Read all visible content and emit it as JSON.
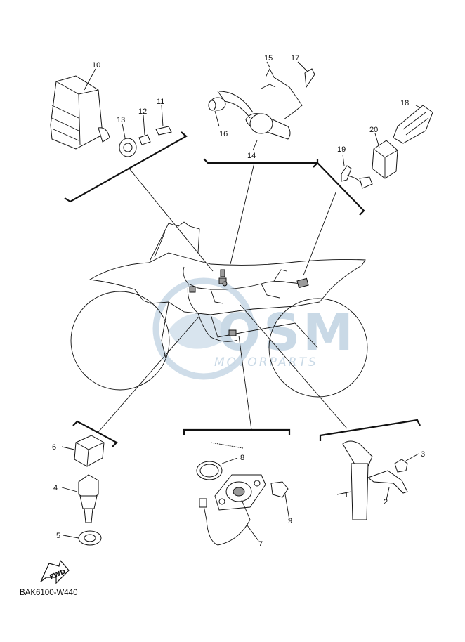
{
  "diagram": {
    "code": "BAK6100-W440",
    "watermark": {
      "brand": "OSM",
      "sub": "MOTORPARTS"
    },
    "fwd_label": "FWD",
    "callouts": [
      "1",
      "2",
      "3",
      "4",
      "5",
      "6",
      "7",
      "8",
      "9",
      "10",
      "11",
      "12",
      "13",
      "14",
      "15",
      "16",
      "17",
      "18",
      "19",
      "20"
    ]
  }
}
